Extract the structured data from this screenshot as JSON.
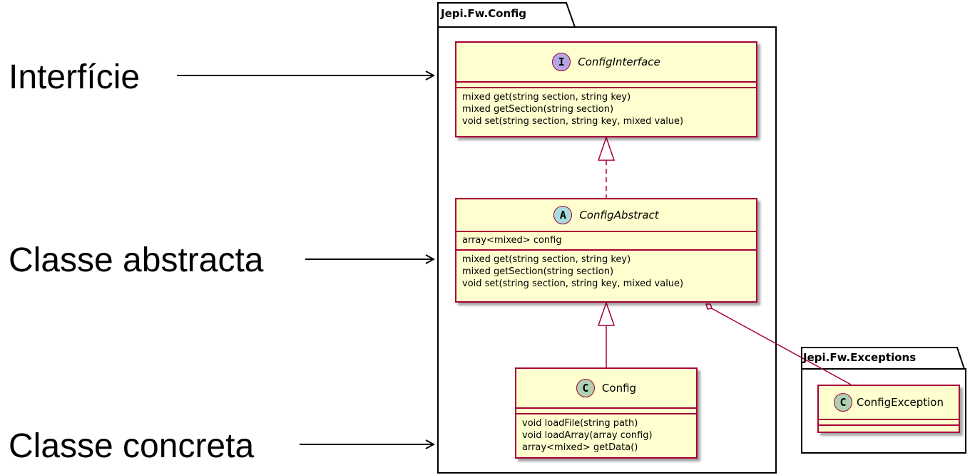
{
  "labels": {
    "interface": "Interfície",
    "abstract": "Classe abstracta",
    "concrete": "Classe concreta"
  },
  "packages": {
    "config": {
      "name": "Jepi.Fw.Config"
    },
    "exceptions": {
      "name": "Jepi.Fw.Exceptions"
    }
  },
  "classes": {
    "config_interface": {
      "stereotype": "I",
      "name": "ConfigInterface",
      "methods": [
        "mixed get(string section, string key)",
        "mixed getSection(string section)",
        "void set(string section, string key, mixed value)"
      ]
    },
    "config_abstract": {
      "stereotype": "A",
      "name": "ConfigAbstract",
      "fields": [
        "array<mixed> config"
      ],
      "methods": [
        "mixed get(string section, string key)",
        "mixed getSection(string section)",
        "void set(string section, string key, mixed value)"
      ]
    },
    "config": {
      "stereotype": "C",
      "name": "Config",
      "methods": [
        "void loadFile(string path)",
        "void loadArray(array config)",
        "array<mixed> getData()"
      ]
    },
    "config_exception": {
      "stereotype": "C",
      "name": "ConfigException"
    }
  },
  "colors": {
    "class_fill": "#fefece",
    "class_border": "#a80036",
    "interface_badge": "#b4a7e5",
    "abstract_badge": "#a9dcdf",
    "class_badge": "#add1b2"
  }
}
